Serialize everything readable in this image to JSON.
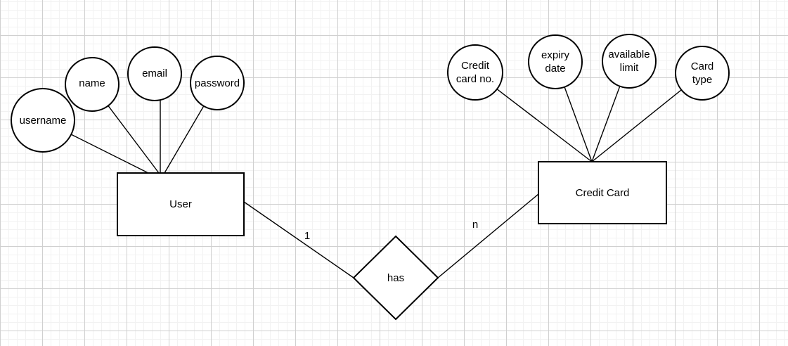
{
  "canvas": {
    "background_color": "#ffffff",
    "grid_minor_color": "#f2f2f2",
    "grid_major_color": "#d0d0d0",
    "shape_stroke_color": "#000000",
    "text_color": "#000000"
  },
  "er_diagram": {
    "entities": [
      {
        "label": "User",
        "attributes": [
          {
            "label": "username"
          },
          {
            "label": "name"
          },
          {
            "label": "email"
          },
          {
            "label": "password"
          }
        ]
      },
      {
        "label": "Credit Card",
        "attributes": [
          {
            "label": "Credit card no."
          },
          {
            "label": "expiry date"
          },
          {
            "label": "available limit"
          },
          {
            "label": "Card type"
          }
        ]
      }
    ],
    "relationships": [
      {
        "label": "has",
        "source": "User",
        "target": "Credit Card",
        "source_cardinality": "1",
        "target_cardinality": "n"
      }
    ]
  }
}
